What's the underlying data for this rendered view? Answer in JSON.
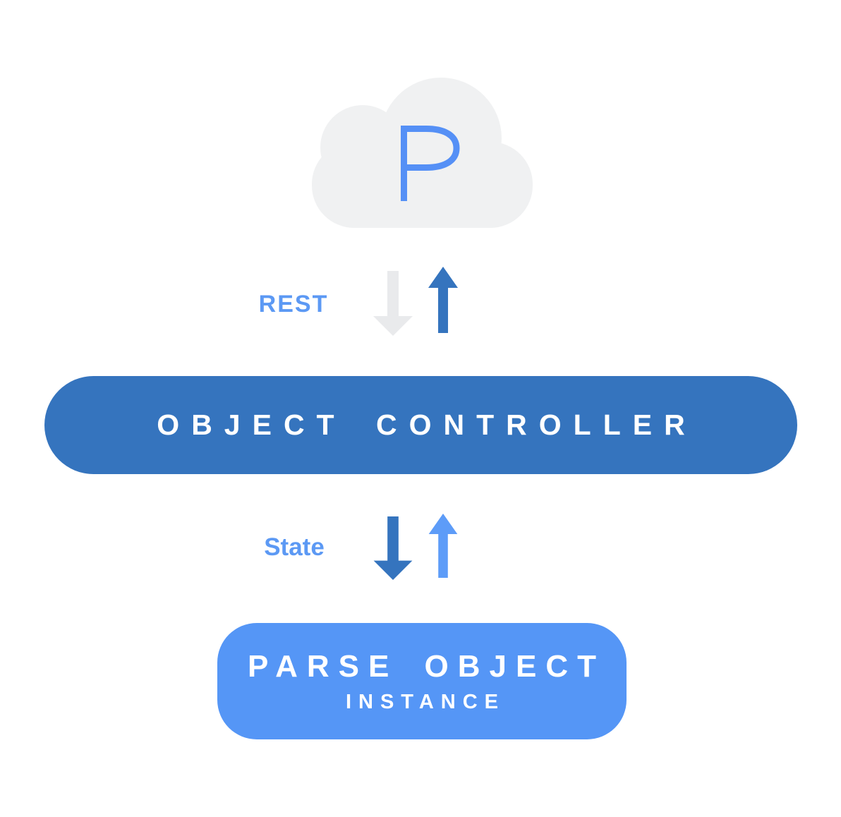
{
  "diagram": {
    "title_semantic": "Parse object controller architecture diagram",
    "cloud": {
      "letter": "P"
    },
    "labels": {
      "rest": "REST",
      "state": "State"
    },
    "controller": {
      "label": "OBJECT CONTROLLER"
    },
    "parse_object": {
      "line1": "PARSE OBJECT",
      "line2": "INSTANCE"
    },
    "arrows": {
      "rest_down": "gray down arrow (cloud to controller)",
      "rest_up": "dark blue up arrow (controller to cloud)",
      "state_down": "dark blue down arrow (controller to parse object)",
      "state_up": "light blue up arrow (parse object to controller)"
    }
  },
  "colors": {
    "cloud-gray": "#F0F1F2",
    "arrow-gray": "#E9EAEC",
    "dark-blue": "#3574BE",
    "parse-blue": "#5596F6",
    "label-blue": "#5C99F4",
    "p-blue": "#5590F6",
    "light-arrow-blue": "#5D9CF8",
    "text-white": "#FFFFFF"
  }
}
